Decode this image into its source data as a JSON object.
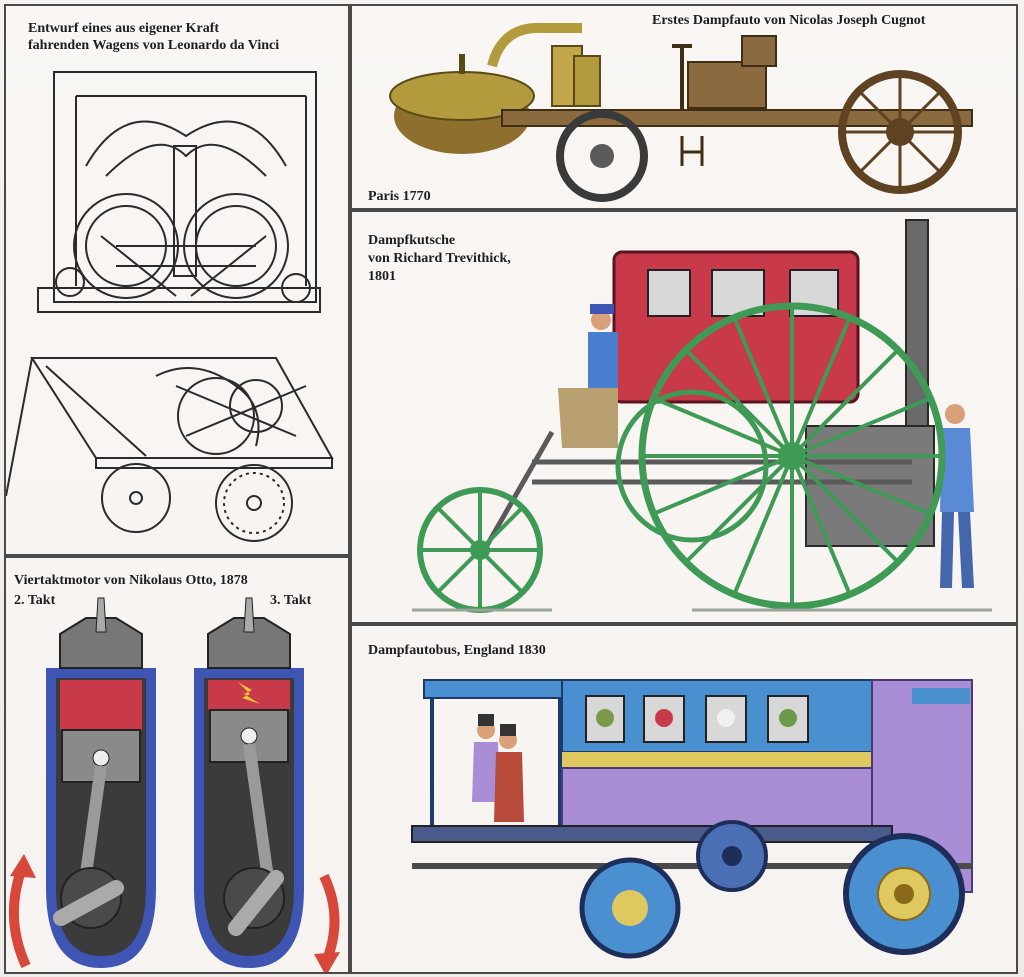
{
  "panels": {
    "leonardo": {
      "caption_line1": "Entwurf eines aus eigener Kraft",
      "caption_line2": "fahrenden Wagens von Leonardo da Vinci"
    },
    "cugnot": {
      "caption": "Erstes Dampfauto von Nicolas Joseph Cugnot",
      "place_year": "Paris 1770"
    },
    "trevithick": {
      "caption_line1": "Dampfkutsche",
      "caption_line2": "von Richard Trevithick,",
      "caption_line3": "1801"
    },
    "otto": {
      "caption": "Viertaktmotor von Nikolaus Otto, 1878",
      "stroke_left": "2. Takt",
      "stroke_right": "3. Takt"
    },
    "bus": {
      "caption": "Dampfautobus, England 1830"
    }
  },
  "colors": {
    "coach_red": "#c8394a",
    "wheel_green": "#3f9a55",
    "bus_blue": "#4a8fd0",
    "bus_purple": "#a98ed6",
    "cylinder_blue": "#3e55b4",
    "arrow_red": "#d8483a",
    "boiler_brass": "#b39a3c"
  }
}
